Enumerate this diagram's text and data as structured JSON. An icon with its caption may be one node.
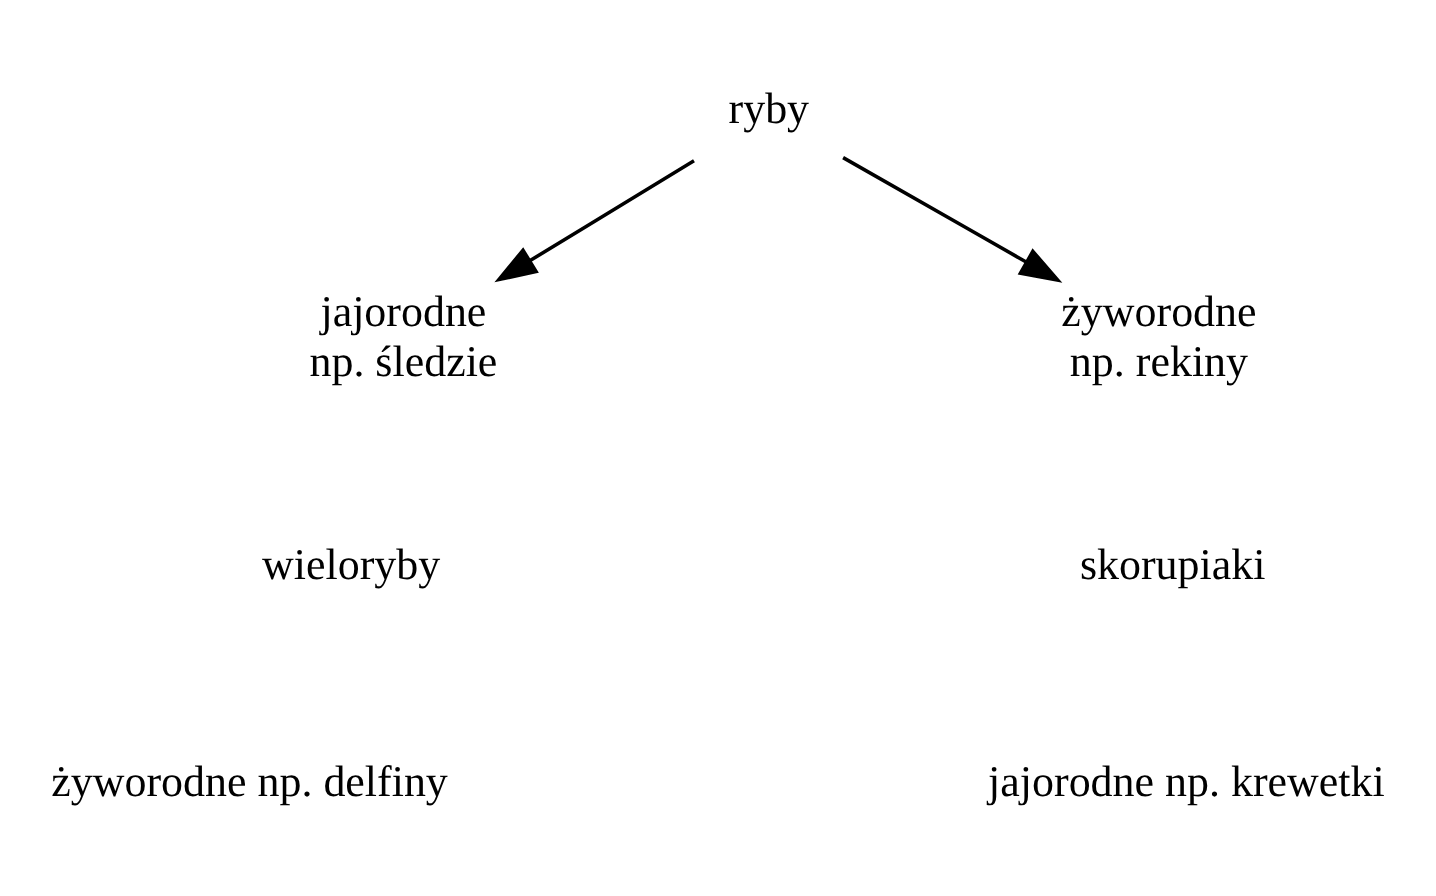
{
  "diagram": {
    "nodes": [
      {
        "text": [
          "ryby"
        ]
      },
      {
        "text": [
          "jajorodne",
          "np. śledzie"
        ]
      },
      {
        "text": [
          "żyworodne",
          "np. rekiny"
        ]
      }
    ],
    "edges": [
      {
        "from": 0,
        "to": 1,
        "arrow": "to"
      },
      {
        "from": 0,
        "to": 2,
        "arrow": "to"
      }
    ],
    "labels": [
      "wieloryby",
      "skorupiaki",
      "żyworodne np. delfiny",
      "jajorodne np. krewetki"
    ]
  }
}
